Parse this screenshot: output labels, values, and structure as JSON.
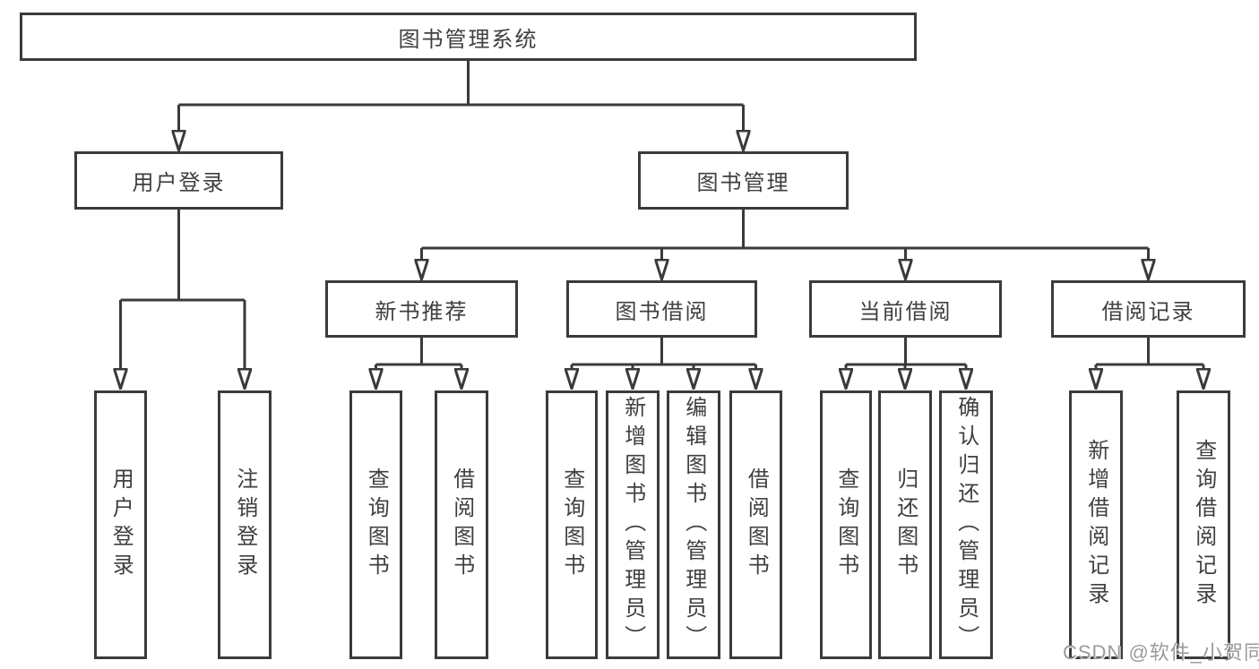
{
  "diagram": {
    "title": "图书管理系统",
    "type": "functional-structure-tree",
    "colors": {
      "line": "#3a3a3a",
      "border": "#3b3b3b",
      "text": "#3f3f3f",
      "watermark_text": "#9b9b9b",
      "background": "#ffffff"
    },
    "nodes": {
      "root": "图书管理系统",
      "login_group": "用户登录",
      "book_mgmt": "图书管理",
      "new_rec": "新书推荐",
      "borrow": "图书借阅",
      "current": "当前借阅",
      "records": "借阅记录",
      "leaf_user_login": "用户登录",
      "leaf_logout": "注销登录",
      "leaf_rec_query": "查询图书",
      "leaf_rec_borrow": "借阅图书",
      "leaf_bor_query": "查询图书",
      "leaf_bor_add": "新增图书（管理员）",
      "leaf_bor_edit": "编辑图书（管理员）",
      "leaf_bor_borrow": "借阅图书",
      "leaf_cur_query": "查询图书",
      "leaf_cur_return": "归还图书",
      "leaf_cur_confirm": "确认归还（管理员）",
      "leaf_recs_add": "新增借阅记录",
      "leaf_recs_query": "查询借阅记录"
    },
    "hierarchy": {
      "图书管理系统": {
        "用户登录": [
          "用户登录",
          "注销登录"
        ],
        "图书管理": {
          "新书推荐": [
            "查询图书",
            "借阅图书"
          ],
          "图书借阅": [
            "查询图书",
            "新增图书（管理员）",
            "编辑图书（管理员）",
            "借阅图书"
          ],
          "当前借阅": [
            "查询图书",
            "归还图书",
            "确认归还（管理员）"
          ],
          "借阅记录": [
            "新增借阅记录",
            "查询借阅记录"
          ]
        }
      }
    },
    "watermark": "CSDN @软件_小贺同学"
  }
}
